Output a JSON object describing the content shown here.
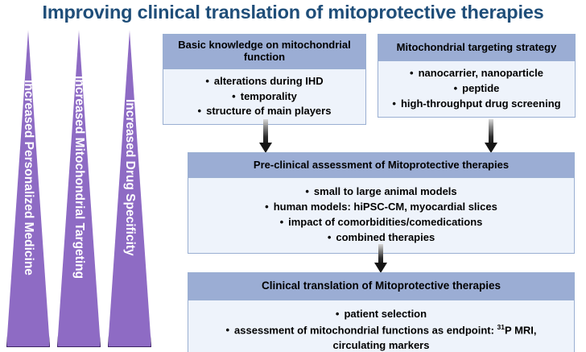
{
  "title": "Improving clinical translation of mitoprotective therapies",
  "theme": {
    "title_color": "#1f4e79",
    "triangle_fill": "#8e6bc4",
    "triangle_border": "#3f2566",
    "box_header_bg": "#9badd4",
    "box_body_bg": "#eef3fb",
    "box_border": "#9aafd2",
    "arrow_color": "#151515"
  },
  "triangles": [
    {
      "label": "Increased Personalized Medicine"
    },
    {
      "label": "Increased Mitochondrial Targeting"
    },
    {
      "label": "Increased Drug Specificity"
    }
  ],
  "boxes": {
    "basic_knowledge": {
      "header": "Basic knowledge on mitochondrial function",
      "items": [
        "alterations during IHD",
        "temporality",
        "structure of main players"
      ]
    },
    "targeting_strategy": {
      "header": "Mitochondrial targeting strategy",
      "items": [
        "nanocarrier, nanoparticle",
        "peptide",
        "high-throughput drug screening"
      ]
    },
    "preclinical": {
      "header": "Pre-clinical assessment of Mitoprotective therapies",
      "items": [
        "small to large animal models",
        "human models: hiPSC-CM, myocardial slices",
        "impact of comorbidities/comedications",
        "combined therapies"
      ]
    },
    "clinical": {
      "header": "Clinical translation of Mitoprotective therapies",
      "items": [
        "patient selection"
      ],
      "item_endpoint_prefix": "assessment of mitochondrial functions as endpoint: ",
      "item_endpoint_sup": "31",
      "item_endpoint_suffix": "P MRI,",
      "item_endpoint_line2": "circulating markers"
    }
  },
  "arrows": [
    {
      "name": "arrow-basic-to-preclinical"
    },
    {
      "name": "arrow-targeting-to-preclinical"
    },
    {
      "name": "arrow-preclinical-to-clinical"
    }
  ]
}
